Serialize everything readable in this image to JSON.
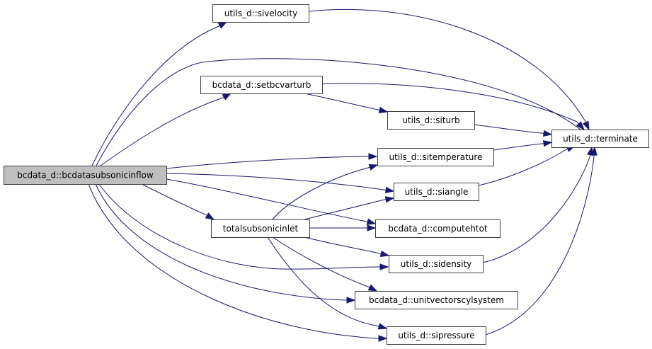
{
  "graph": {
    "type": "call-graph",
    "edge_color": "#191970",
    "root_fill": "#bfbfbf",
    "node_fill": "#ffffff",
    "nodes": [
      {
        "id": "root",
        "label": "bcdata_d::bcdatasubsonicinflow",
        "root": true
      },
      {
        "id": "sivelocity",
        "label": "utils_d::sivelocity"
      },
      {
        "id": "setbcvarturb",
        "label": "bcdata_d::setbcvarturb"
      },
      {
        "id": "siturb",
        "label": "utils_d::siturb"
      },
      {
        "id": "terminate",
        "label": "utils_d::terminate"
      },
      {
        "id": "sitemperature",
        "label": "utils_d::sitemperature"
      },
      {
        "id": "siangle",
        "label": "utils_d::siangle"
      },
      {
        "id": "totalsubsonicinlet",
        "label": "totalsubsonicinlet"
      },
      {
        "id": "computehtot",
        "label": "bcdata_d::computehtot"
      },
      {
        "id": "sidensity",
        "label": "utils_d::sidensity"
      },
      {
        "id": "unitvectorscylsystem",
        "label": "bcdata_d::unitvectorscylsystem"
      },
      {
        "id": "sipressure",
        "label": "utils_d::sipressure"
      }
    ],
    "edges": [
      {
        "from": "root",
        "to": "sivelocity"
      },
      {
        "from": "root",
        "to": "terminate"
      },
      {
        "from": "root",
        "to": "setbcvarturb"
      },
      {
        "from": "root",
        "to": "sitemperature"
      },
      {
        "from": "root",
        "to": "siangle"
      },
      {
        "from": "root",
        "to": "totalsubsonicinlet"
      },
      {
        "from": "root",
        "to": "computehtot"
      },
      {
        "from": "root",
        "to": "sidensity"
      },
      {
        "from": "root",
        "to": "unitvectorscylsystem"
      },
      {
        "from": "root",
        "to": "sipressure"
      },
      {
        "from": "sivelocity",
        "to": "terminate"
      },
      {
        "from": "setbcvarturb",
        "to": "terminate"
      },
      {
        "from": "setbcvarturb",
        "to": "siturb"
      },
      {
        "from": "siturb",
        "to": "terminate"
      },
      {
        "from": "sitemperature",
        "to": "terminate"
      },
      {
        "from": "siangle",
        "to": "terminate"
      },
      {
        "from": "sidensity",
        "to": "terminate"
      },
      {
        "from": "sipressure",
        "to": "terminate"
      },
      {
        "from": "totalsubsonicinlet",
        "to": "sitemperature"
      },
      {
        "from": "totalsubsonicinlet",
        "to": "siangle"
      },
      {
        "from": "totalsubsonicinlet",
        "to": "computehtot"
      },
      {
        "from": "totalsubsonicinlet",
        "to": "sidensity"
      },
      {
        "from": "totalsubsonicinlet",
        "to": "unitvectorscylsystem"
      },
      {
        "from": "totalsubsonicinlet",
        "to": "sipressure"
      }
    ]
  }
}
